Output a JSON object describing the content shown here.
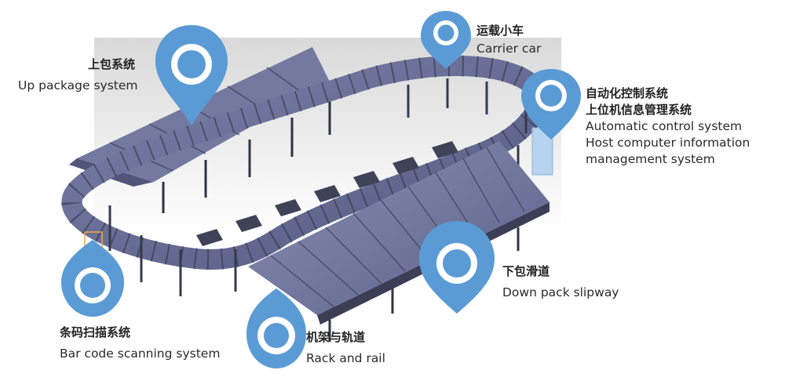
{
  "labels": {
    "up_package": {
      "zh": "上包系统",
      "en": "Up package system"
    },
    "carrier_car": {
      "zh": "运载小车",
      "en": "Carrier car"
    },
    "automatic_control": {
      "zh1": "自动化控制系统",
      "zh2": "上位机信息管理系统",
      "en1": "Automatic control system",
      "en2": "Host computer information",
      "en3": "management system"
    },
    "down_pack": {
      "zh": "下包滑道",
      "en": "Down pack slipway"
    },
    "bar_code": {
      "zh": "条码扫描系统",
      "en": "Bar code scanning system"
    },
    "rack_rail": {
      "zh": "机架与轨道",
      "en": "Rack and rail"
    }
  },
  "colors": {
    "pin": "#5b9bd5",
    "pin_dark": "#4a88c4",
    "pin_ring": "#ffffff",
    "belt": "#6a6f96",
    "belt_dark": "#4f5479",
    "frame": "#3e4357",
    "backdrop": "#e6e6e6",
    "control_cabinet": "#b6d3ef"
  },
  "icons": [
    "map-pin-icon"
  ]
}
